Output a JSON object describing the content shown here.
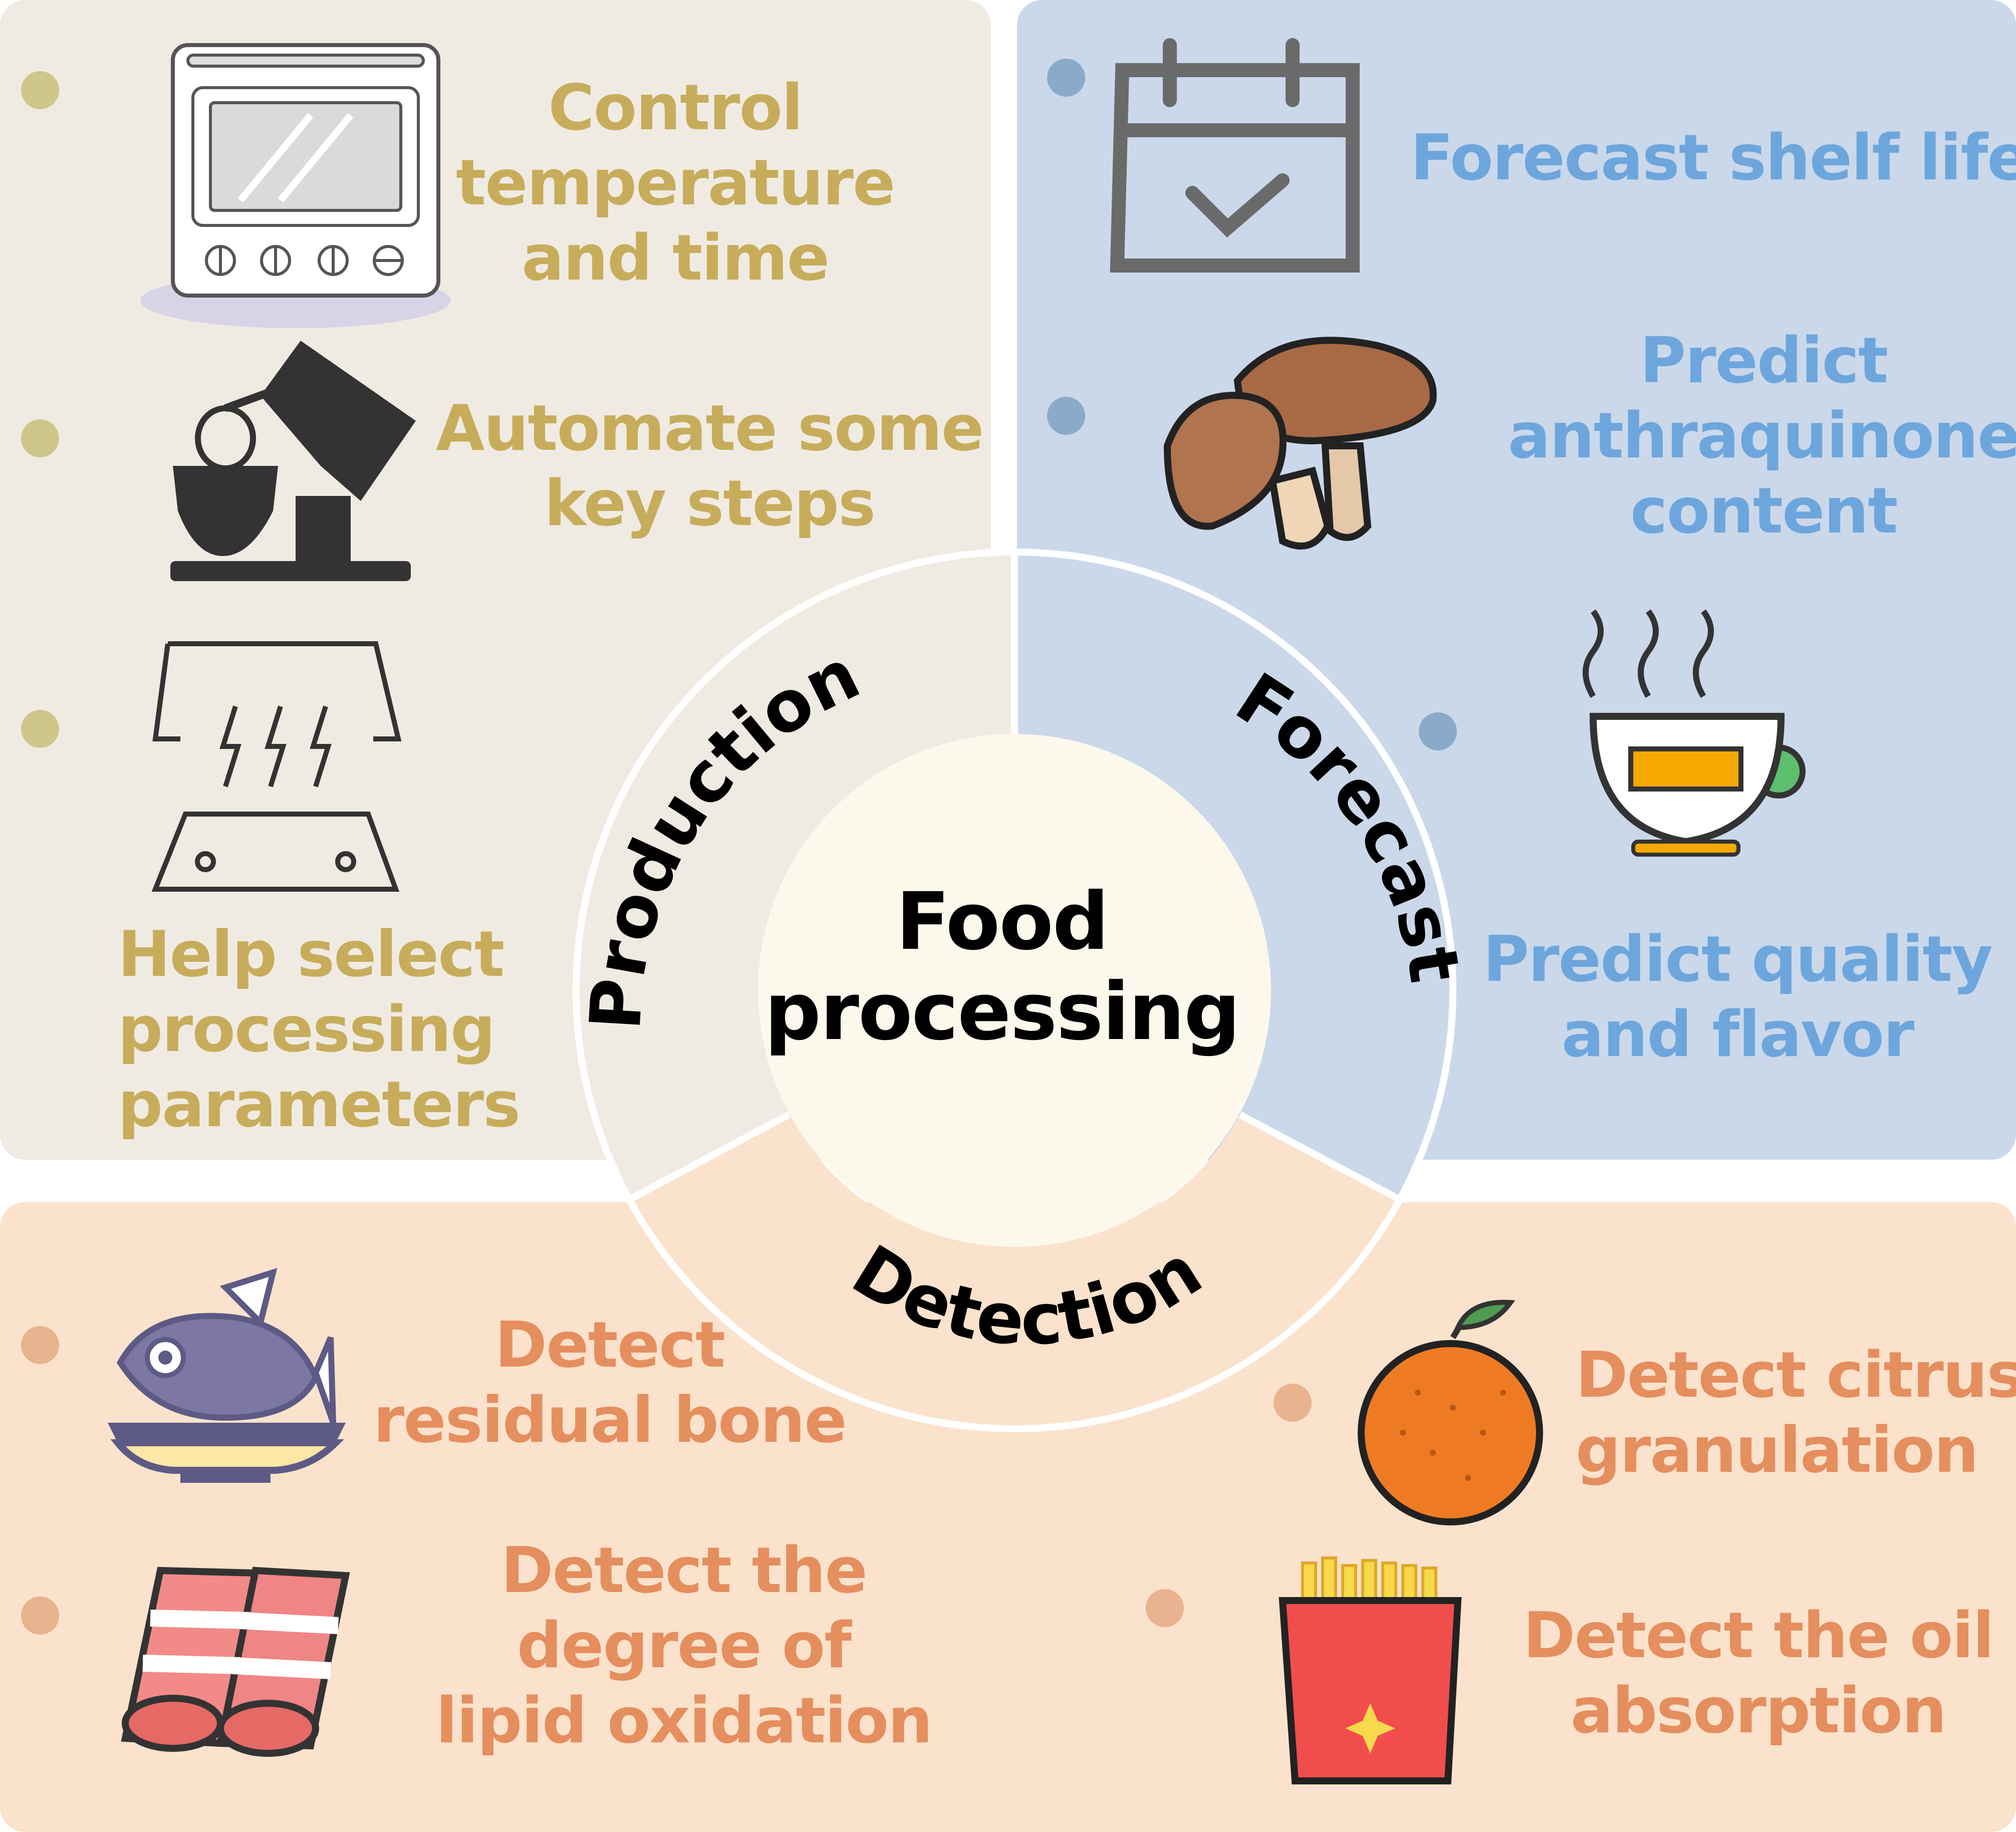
{
  "center": {
    "title_lines": [
      "Food",
      "processing"
    ]
  },
  "sectors": {
    "production": "Production",
    "forecast": "Forecast",
    "detection": "Detection"
  },
  "production_items": [
    {
      "icon": "oven-icon",
      "lines": [
        "Control",
        "temperature",
        "and time"
      ]
    },
    {
      "icon": "stand-mixer-icon",
      "lines": [
        "Automate some",
        "key steps"
      ]
    },
    {
      "icon": "microwave-heating-icon",
      "lines": [
        "Help select",
        "processing",
        "parameters"
      ]
    }
  ],
  "forecast_items": [
    {
      "icon": "calendar-check-icon",
      "lines": [
        "Forecast shelf life"
      ]
    },
    {
      "icon": "mushroom-icon",
      "lines": [
        "Predict",
        "anthraquinone",
        "content"
      ]
    },
    {
      "icon": "tea-cup-icon",
      "lines": [
        "Predict quality",
        "and flavor"
      ]
    }
  ],
  "detection_items": [
    {
      "icon": "fish-plate-icon",
      "lines": [
        "Detect",
        "residual bone"
      ]
    },
    {
      "icon": "bacon-rolls-icon",
      "lines": [
        "Detect the",
        "degree of",
        "lipid oxidation"
      ]
    },
    {
      "icon": "orange-icon",
      "lines": [
        "Detect citrus",
        "granulation"
      ]
    },
    {
      "icon": "french-fries-icon",
      "lines": [
        "Detect the oil",
        "absorption"
      ]
    }
  ],
  "colors": {
    "production_bg": "#f0ebe2",
    "forecast_bg": "#cad8ea",
    "detection_bg": "#fbe2cc",
    "center_bg": "#fcf8ec",
    "production_text": "#c7ac5b",
    "forecast_text": "#6da6dc",
    "detection_text": "#e58e5e"
  }
}
